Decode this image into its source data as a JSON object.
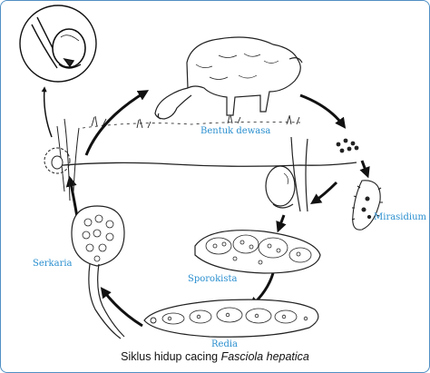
{
  "labels": {
    "adult": "Bentuk dewasa",
    "miracidium": "Mirasidium",
    "sporocyst": "Sporokista",
    "cercaria": "Serkaria",
    "redia": "Redia"
  },
  "caption": {
    "prefix": "Siklus hidup cacing ",
    "species": "Fasciola hepatica"
  },
  "icons": [
    "sheep-icon",
    "snail-icon",
    "egg-cluster-icon",
    "miracidium-icon",
    "sporocyst-icon",
    "redia-icon",
    "cercaria-icon",
    "zoom-circle-icon"
  ],
  "colors": {
    "label": "#2a8fcf",
    "frame": "#4f8fc4",
    "ink": "#111111"
  }
}
